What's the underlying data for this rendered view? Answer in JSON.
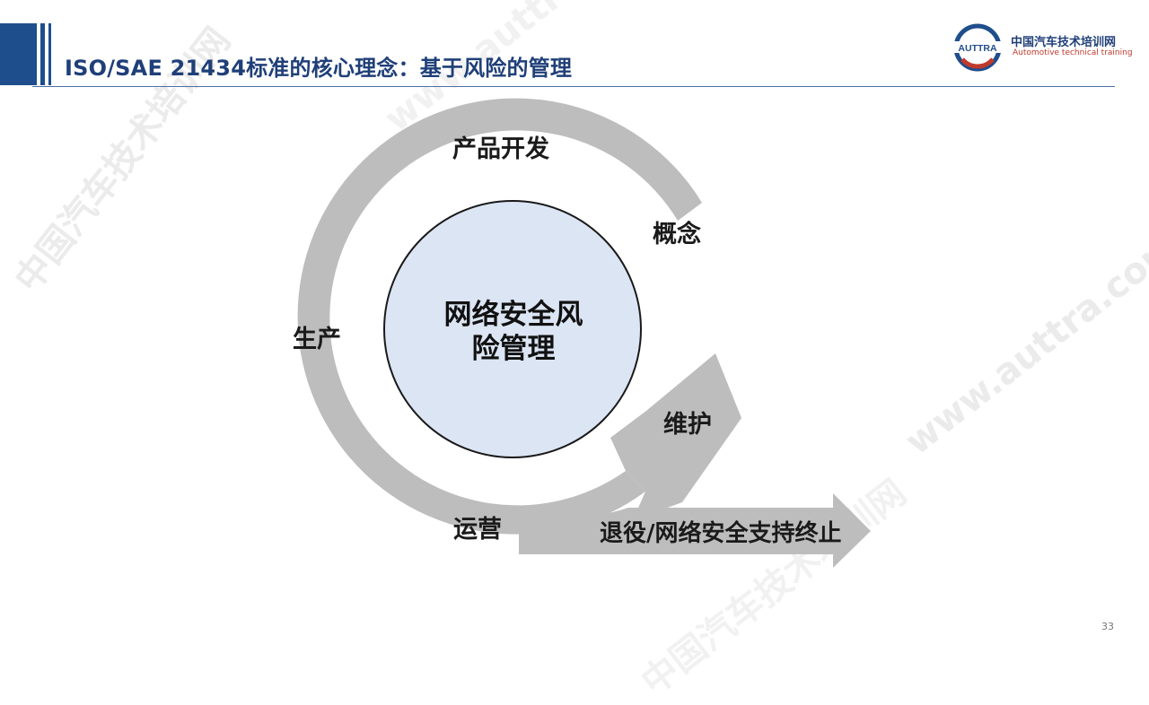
{
  "header": {
    "title": "ISO/SAE 21434标准的核心理念：基于风险的管理"
  },
  "logo": {
    "mark_text": "AUTTRA",
    "name_cn": "中国汽车技术培训网",
    "name_en": "Automotive technical training"
  },
  "diagram": {
    "center": "网络安全风险管理",
    "center_line1": "网络安全风",
    "center_line2": "险管理",
    "stages": {
      "product_development": "产品开发",
      "concept": "概念",
      "production": "生产",
      "maintenance": "维护",
      "operation": "运营",
      "decommission": "退役/网络安全支持终止"
    }
  },
  "watermarks": {
    "url": "www.auttra.com",
    "cn": "中国汽车技术培训网"
  },
  "page_number": "33",
  "colors": {
    "brand_blue": "#1f4e8c",
    "title_blue": "#1f3f78",
    "arrow_gray": "#bdbdbd",
    "center_fill": "#dce5f3",
    "logo_red": "#c0392b"
  }
}
